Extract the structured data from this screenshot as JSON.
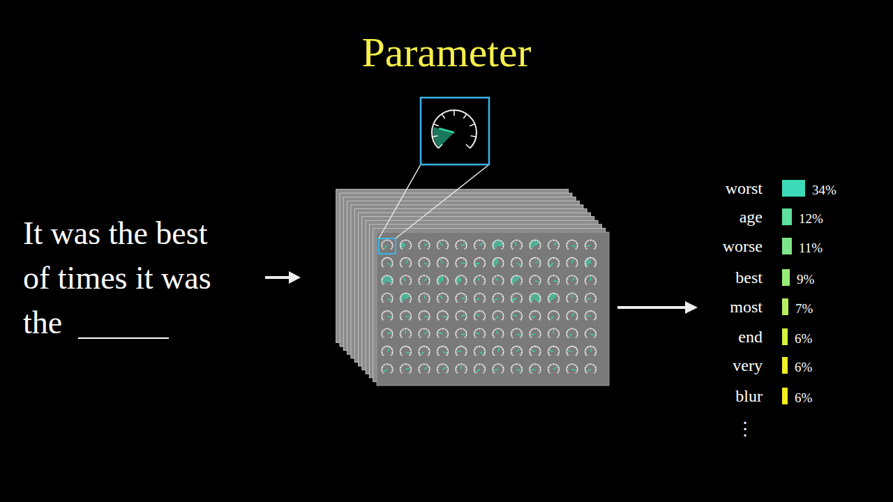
{
  "diagram": {
    "title": "Parameter",
    "labels": [
      "It was the best of times it was the",
      "worst",
      "34%",
      "age",
      "12%",
      "worse",
      "11%",
      "best",
      "9%",
      "most",
      "7%",
      "end",
      "6%",
      "very",
      "6%",
      "blur",
      "6%",
      "⋮"
    ]
  }
}
